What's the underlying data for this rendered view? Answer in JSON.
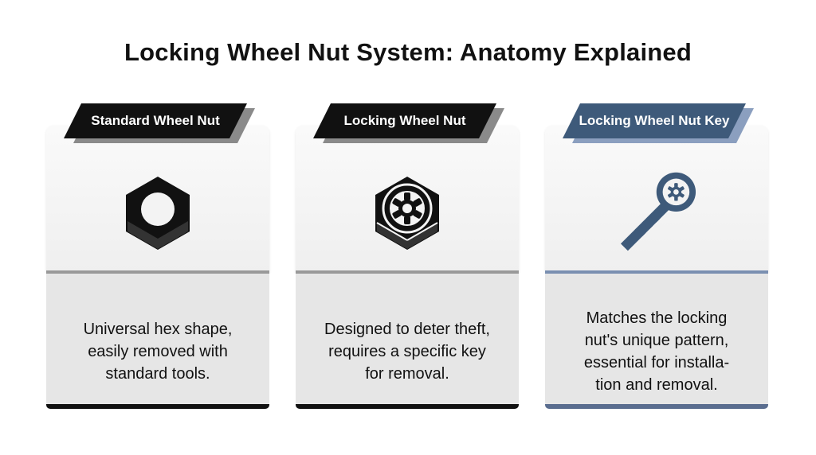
{
  "title": "Locking Wheel Nut System: Anatomy Explained",
  "cards": [
    {
      "label": "Standard Wheel Nut",
      "icon": "hex-nut-icon",
      "lines": [
        "Universal hex shape,",
        "easily removed with",
        "standard tools."
      ]
    },
    {
      "label": "Locking Wheel Nut",
      "icon": "locking-nut-icon",
      "lines": [
        "Designed to deter theft,",
        "requires a specific key",
        "for removal."
      ]
    },
    {
      "label": "Locking Wheel Nut Key",
      "icon": "key-icon",
      "lines": [
        "Matches the locking",
        "nut's unique pattern,",
        "essential for installa-",
        "tion and removal."
      ]
    }
  ],
  "colors": {
    "dark": "#111111",
    "key_accent": "#3e5a7a",
    "card_bg": "#efefef",
    "desc_bg": "#e6e6e6"
  }
}
